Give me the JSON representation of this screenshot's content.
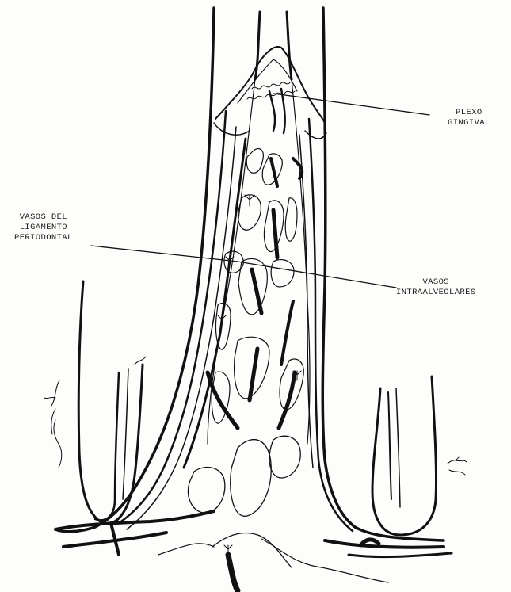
{
  "labels": {
    "plexo_gingival": [
      "PLEXO",
      "GINGIVAL"
    ],
    "vasos_ligamento": [
      "VASOS DEL",
      "LIGAMENTO",
      "PERIODONTAL"
    ],
    "vasos_intraalveolares": [
      "VASOS",
      "INTRAALVEOLARES"
    ]
  },
  "colors": {
    "ink": "#111111",
    "paper": "#fdfdfb"
  }
}
